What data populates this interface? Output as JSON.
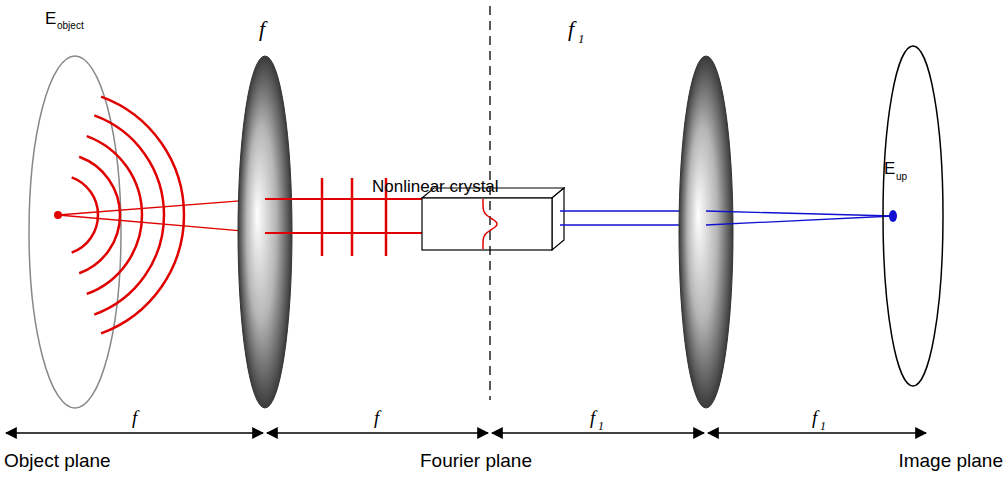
{
  "diagram": {
    "labels": [
      "E",
      "object",
      "f",
      "Nonlinear crystal",
      "f",
      "1",
      "E",
      "up",
      "f",
      "f",
      "f",
      "1",
      "f",
      "1",
      "Object plane",
      "Fourier plane",
      "Image plane"
    ]
  }
}
